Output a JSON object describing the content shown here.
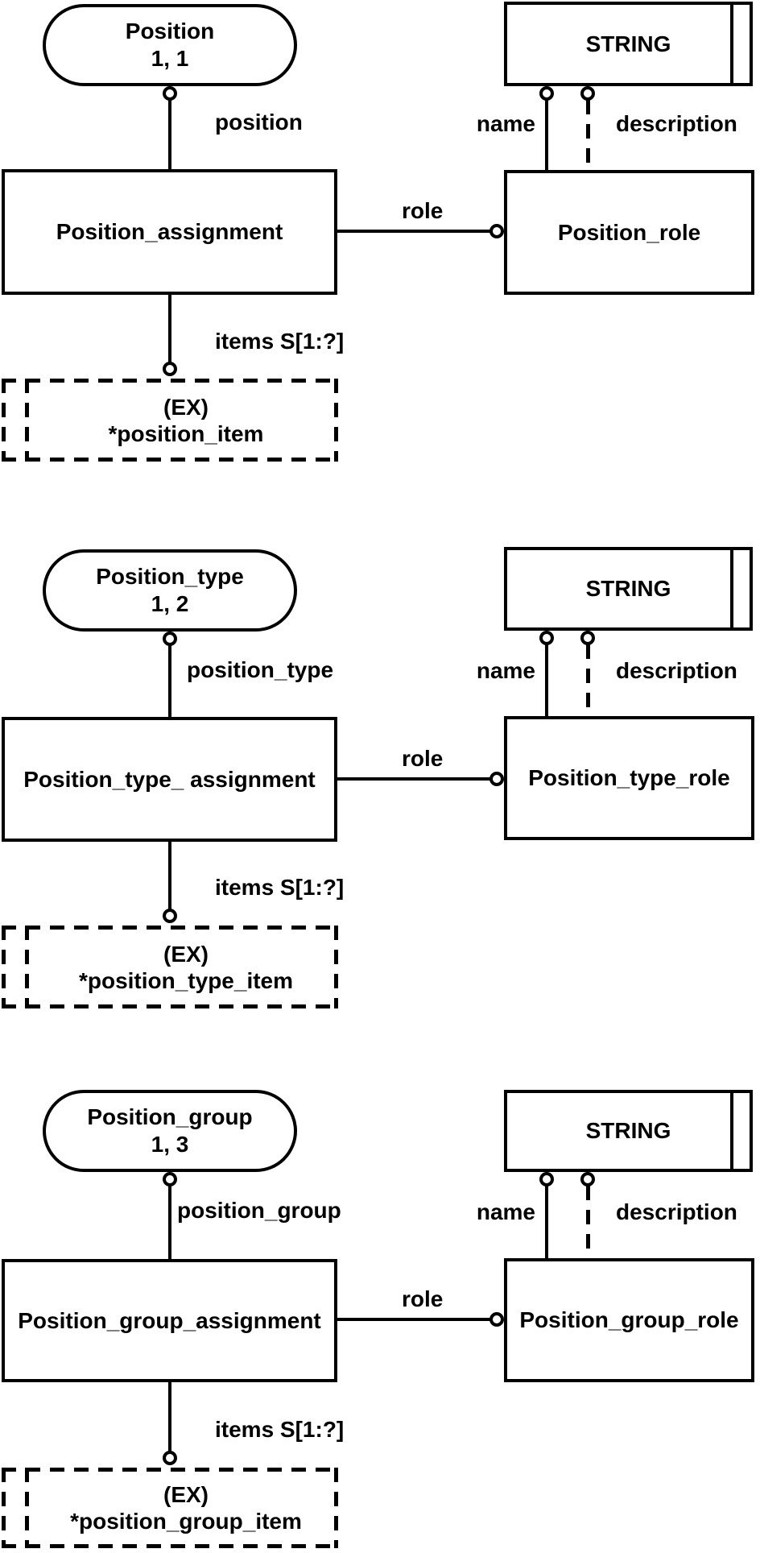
{
  "diagram_type": "EXPRESS-G schema diagram",
  "colors": {
    "line": "#000000",
    "background": "#ffffff"
  },
  "sections": [
    {
      "oval_title": "Position",
      "oval_ref": "1, 1",
      "attribute": "position",
      "assignment": "Position_assignment",
      "role_label": "role",
      "role_entity": "Position_role",
      "string_type": "STRING",
      "name_label": "name",
      "description_label": "description",
      "items_label": "items S[1:?]",
      "select_prefix": "(EX)",
      "select_name": "*position_item"
    },
    {
      "oval_title": "Position_type",
      "oval_ref": "1, 2",
      "attribute": "position_type",
      "assignment": "Position_type_ assignment",
      "role_label": "role",
      "role_entity": "Position_type_role",
      "string_type": "STRING",
      "name_label": "name",
      "description_label": "description",
      "items_label": "items S[1:?]",
      "select_prefix": "(EX)",
      "select_name": "*position_type_item"
    },
    {
      "oval_title": "Position_group",
      "oval_ref": "1, 3",
      "attribute": "position_group",
      "assignment": "Position_group_assignment",
      "role_label": "role",
      "role_entity": "Position_group_role",
      "string_type": "STRING",
      "name_label": "name",
      "description_label": "description",
      "items_label": "items S[1:?]",
      "select_prefix": "(EX)",
      "select_name": "*position_group_item"
    }
  ]
}
